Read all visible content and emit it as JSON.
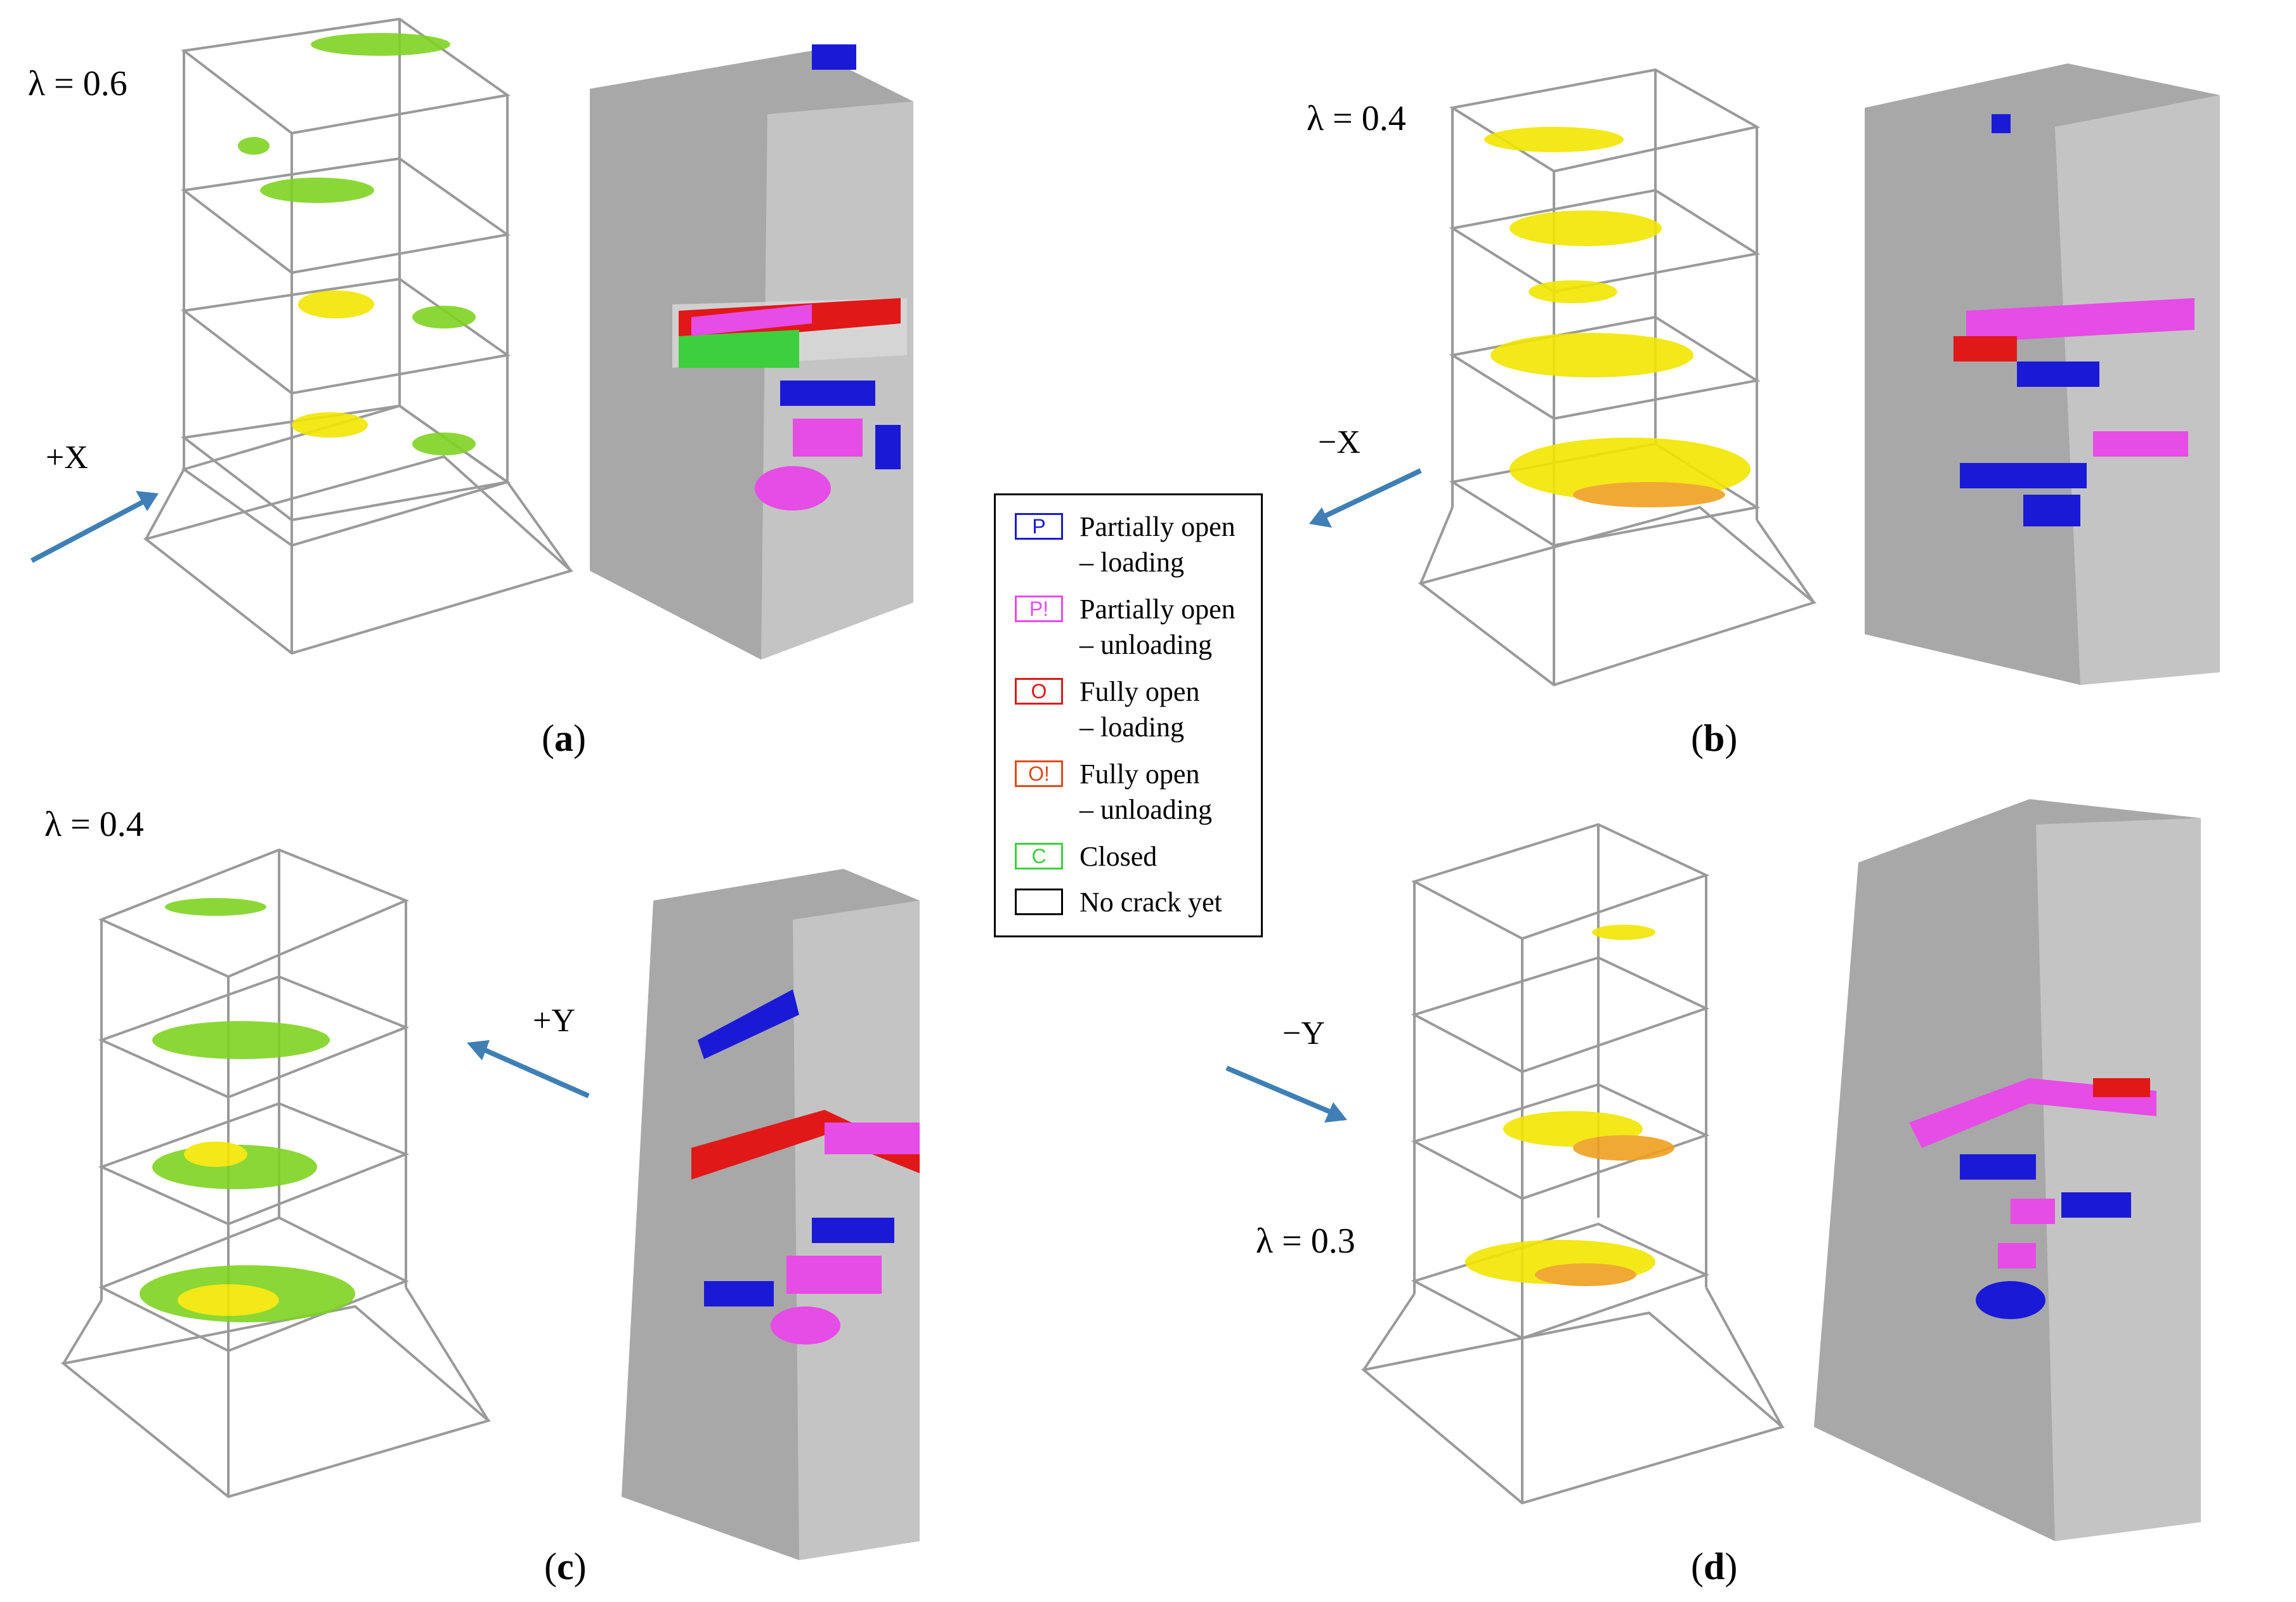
{
  "colors": {
    "blue": "#1a1ad6",
    "magenta": "#e64ce6",
    "red": "#e01818",
    "orange_red": "#e04a1a",
    "green": "#3ecf3e",
    "black": "#000000",
    "arrow": "#3f7fb5",
    "yellow": "#f2e600",
    "lime": "#7ed321"
  },
  "panels": [
    {
      "id": "a",
      "lambda": "λ = 0.6",
      "direction": "+X",
      "caption": "a"
    },
    {
      "id": "b",
      "lambda": "λ = 0.4",
      "direction": "−X",
      "caption": "b"
    },
    {
      "id": "c",
      "lambda": "λ = 0.4",
      "direction": "+Y",
      "caption": "c"
    },
    {
      "id": "d",
      "lambda": "λ = 0.3",
      "direction": "−Y",
      "caption": "d"
    }
  ],
  "legend": [
    {
      "symbol": "P",
      "line1": "Partially open",
      "line2": "– loading",
      "color": "#1a1ad6"
    },
    {
      "symbol": "P!",
      "line1": "Partially open",
      "line2": "– unloading",
      "color": "#e64ce6"
    },
    {
      "symbol": "O",
      "line1": "Fully open",
      "line2": "– loading",
      "color": "#e01818"
    },
    {
      "symbol": "O!",
      "line1": "Fully open",
      "line2": "– unloading",
      "color": "#e04a1a"
    },
    {
      "symbol": "C",
      "line1": "Closed",
      "line2": "",
      "color": "#3ecf3e"
    },
    {
      "symbol": "",
      "line1": "No crack yet",
      "line2": "",
      "color": "#000000"
    }
  ]
}
